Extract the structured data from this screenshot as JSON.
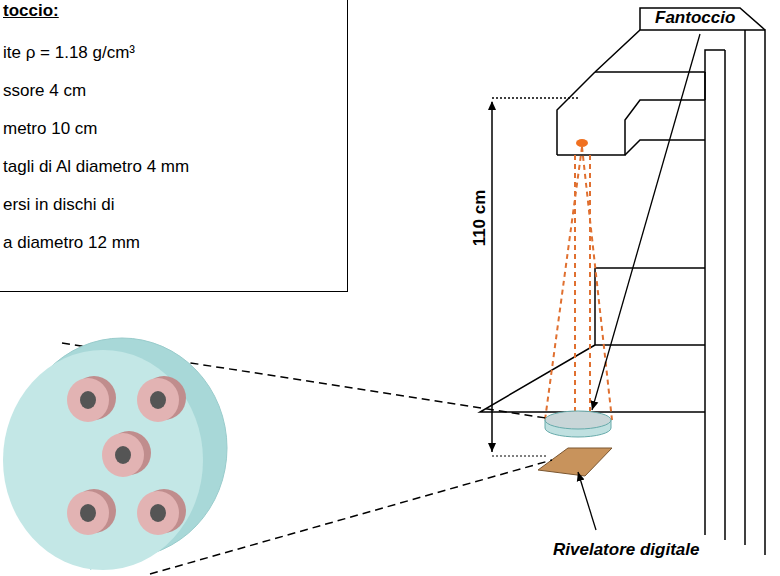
{
  "diagram": {
    "nodes": [
      {
        "text": [
          "toccio:",
          "ite ρ = 1.18 g/cm³",
          "ssore 4 cm",
          "metro 10 cm",
          "tagli di Al diametro 4 mm",
          "ersi in dischi di",
          "a diametro 12 mm"
        ]
      }
    ],
    "labels": [
      "Fantoccio",
      "110 cm",
      "Rivelatore digitale"
    ]
  }
}
